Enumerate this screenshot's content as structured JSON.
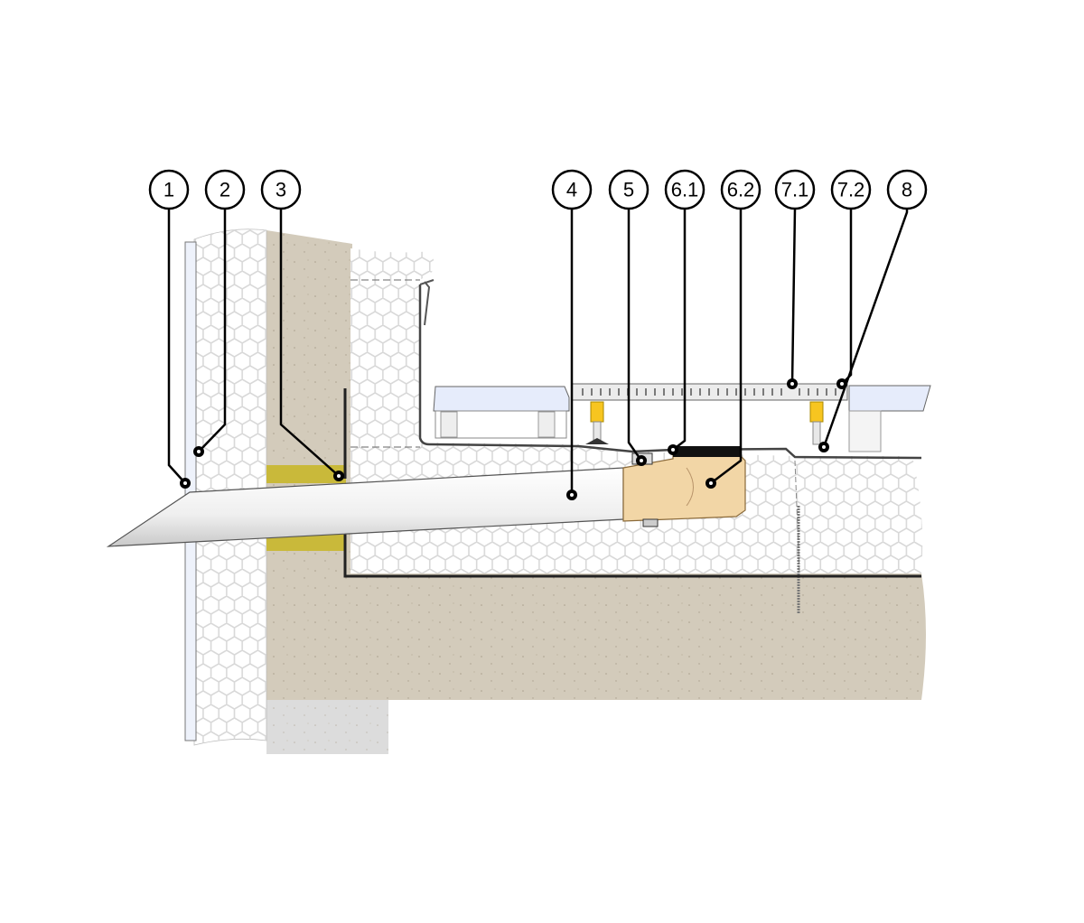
{
  "diagram": {
    "callouts": [
      {
        "id": "1",
        "label": "1"
      },
      {
        "id": "2",
        "label": "2"
      },
      {
        "id": "3",
        "label": "3"
      },
      {
        "id": "4",
        "label": "4"
      },
      {
        "id": "5",
        "label": "5"
      },
      {
        "id": "6.1",
        "label": "6.1"
      },
      {
        "id": "6.2",
        "label": "6.2"
      },
      {
        "id": "7.1",
        "label": "7.1"
      },
      {
        "id": "7.2",
        "label": "7.2"
      },
      {
        "id": "8",
        "label": "8"
      }
    ],
    "colors": {
      "concrete": "#d3cbbb",
      "concrete_lower": "#dcdcdc",
      "insulation": "#ffffff",
      "hex_line": "#d8d8d8",
      "sealing_band": "#c9b93a",
      "drain_body": "#f2d6a6",
      "tile": "#e6ecfb",
      "adjuster": "#f7c520",
      "membrane": "#333333"
    }
  }
}
